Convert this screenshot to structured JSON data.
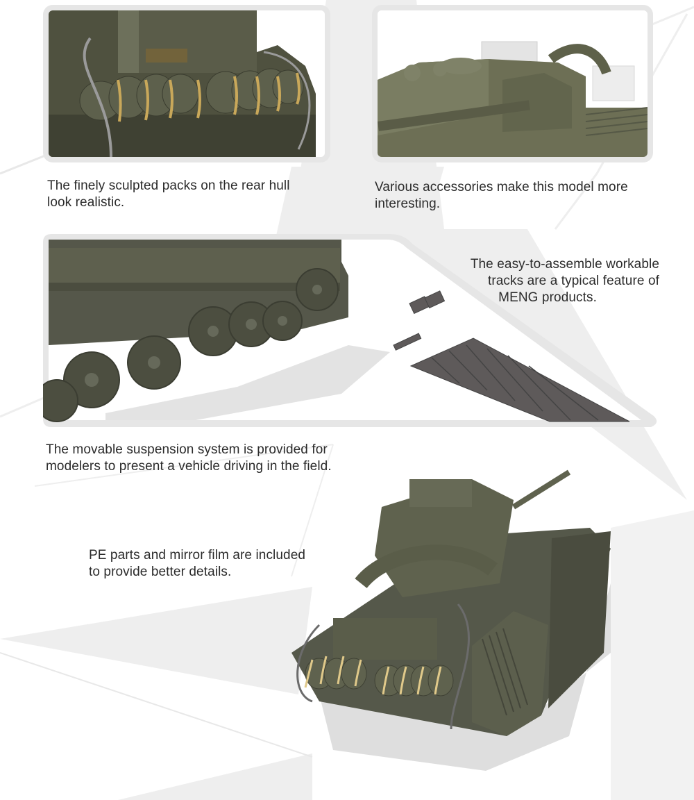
{
  "colors": {
    "background": "#ffffff",
    "shape_light": "#eeeeee",
    "frame": "#e6e6e6",
    "text": "#2b2b2b",
    "olive_dark": "#4a4c3b",
    "olive_mid": "#5b5e48",
    "olive_light": "#72765c",
    "track_grey": "#5e5a5a",
    "strap_gold": "#c9a85a"
  },
  "panels": {
    "rear_hull": {
      "image_alt": "Rear hull with sculpted packs and stowage box",
      "caption_lines": [
        "The finely sculpted packs on the rear hull",
        "look realistic."
      ]
    },
    "accessories": {
      "image_alt": "Turret top with clear parts and accessories",
      "caption_lines": [
        "Various accessories make this model more",
        "interesting."
      ]
    },
    "tracks": {
      "image_alt": "Movable suspension road wheels and workable track links",
      "caption_lines": [
        "The easy-to-assemble workable",
        "tracks are a typical feature of",
        "MENG products."
      ]
    },
    "suspension": {
      "caption_lines": [
        "The movable suspension system is provided for",
        "modelers to present a vehicle driving in the field."
      ]
    },
    "pe_parts": {
      "image_alt": "Full rear three-quarter view of the tank",
      "caption_lines": [
        "PE parts and mirror film are included",
        "to provide better details."
      ]
    }
  }
}
